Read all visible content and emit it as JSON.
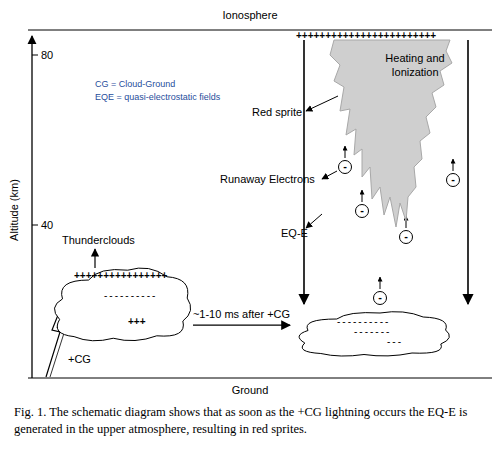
{
  "diagram": {
    "caption": "Fig. 1. The schematic diagram shows that as soon as the +CG lightning occurs the EQ-E is generated in the upper atmosphere, resulting in red sprites.",
    "nodes": [
      {
        "text": [
          "Heating and Ionization"
        ]
      },
      {
        "text": [
          "-"
        ]
      },
      {
        "text": [
          "-"
        ]
      },
      {
        "text": [
          "-"
        ]
      },
      {
        "text": [
          "-"
        ]
      },
      {
        "text": [
          "++++++++++++++++",
          "----------",
          "+++"
        ]
      },
      {
        "text": [
          "-"
        ]
      },
      {
        "text": [
          "----------",
          "-------",
          "---"
        ]
      }
    ],
    "edges": [
      {
        "from": 5,
        "to": 7,
        "arrow": "to",
        "label": "~1-10 ms after +CG"
      }
    ],
    "labels": [
      "Ionosphere",
      "++++++++++++++++++++++++",
      "80",
      "Altitude (km)",
      "CG = Cloud-Ground",
      "EQE = quasi-electrostatic fields",
      "Red sprite",
      "Runaway Electrons",
      "40",
      "EQ-E",
      "Thunderclouds",
      "+CG",
      "Ground"
    ]
  }
}
